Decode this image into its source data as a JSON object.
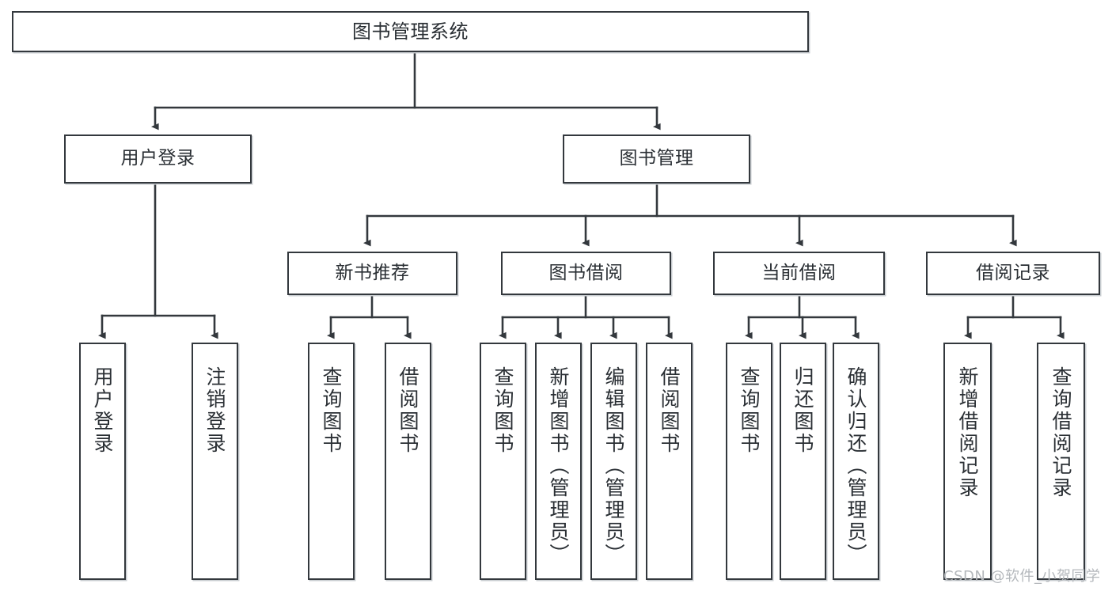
{
  "diagram": {
    "title": "图书管理系统",
    "type": "hierarchy-tree",
    "root": {
      "label": "图书管理系统"
    },
    "level1": [
      {
        "label": "用户登录"
      },
      {
        "label": "图书管理"
      }
    ],
    "level2": [
      {
        "label": "新书推荐"
      },
      {
        "label": "图书借阅"
      },
      {
        "label": "当前借阅"
      },
      {
        "label": "借阅记录"
      }
    ],
    "leaves": {
      "user_login": [
        {
          "label": "用户登录"
        },
        {
          "label": "注销登录"
        }
      ],
      "new_book_recommend": [
        {
          "label": "查询图书"
        },
        {
          "label": "借阅图书"
        }
      ],
      "book_borrow": [
        {
          "label": "查询图书"
        },
        {
          "label": "新增图书（管理员）"
        },
        {
          "label": "编辑图书（管理员）"
        },
        {
          "label": "借阅图书"
        }
      ],
      "current_borrow": [
        {
          "label": "查询图书"
        },
        {
          "label": "归还图书"
        },
        {
          "label": "确认归还（管理员）"
        }
      ],
      "borrow_record": [
        {
          "label": "新增借阅记录"
        },
        {
          "label": "查询借阅记录"
        }
      ]
    }
  },
  "watermark": {
    "text": "CSDN @软件_小贺同学"
  },
  "colors": {
    "stroke": "#33383d",
    "fill": "#ffffff",
    "text": "#2a2f34",
    "shadow": "#c9cdd1",
    "watermark": "#b4b8bc"
  }
}
